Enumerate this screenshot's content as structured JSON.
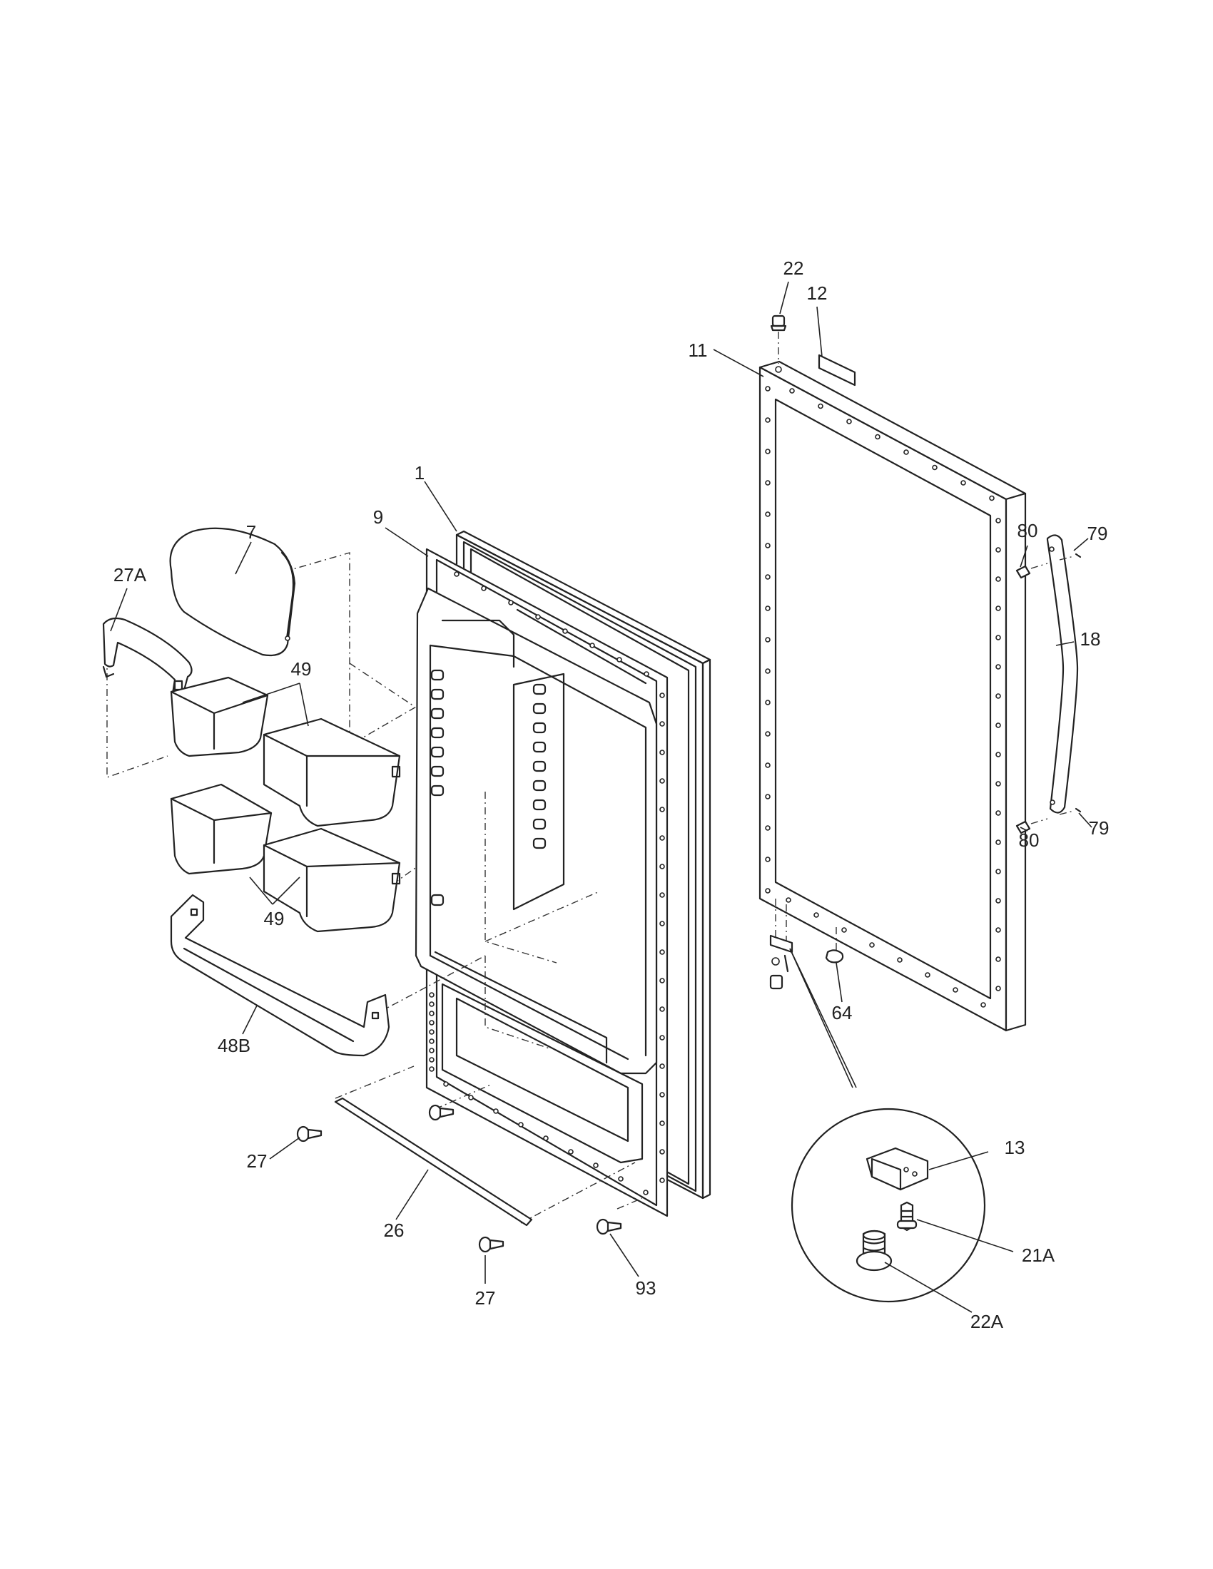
{
  "callouts": {
    "c22": "22",
    "c12": "12",
    "c11": "11",
    "c1": "1",
    "c9": "9",
    "c7": "7",
    "c27A": "27A",
    "c49_top": "49",
    "c49_bottom": "49",
    "c80_top": "80",
    "c79_top": "79",
    "c18": "18",
    "c80_bottom": "80",
    "c79_bottom": "79",
    "c64": "64",
    "c48B": "48B",
    "c27_left": "27",
    "c26": "26",
    "c27_bottom": "27",
    "c93": "93",
    "c13": "13",
    "c21A": "21A",
    "c22A": "22A"
  }
}
